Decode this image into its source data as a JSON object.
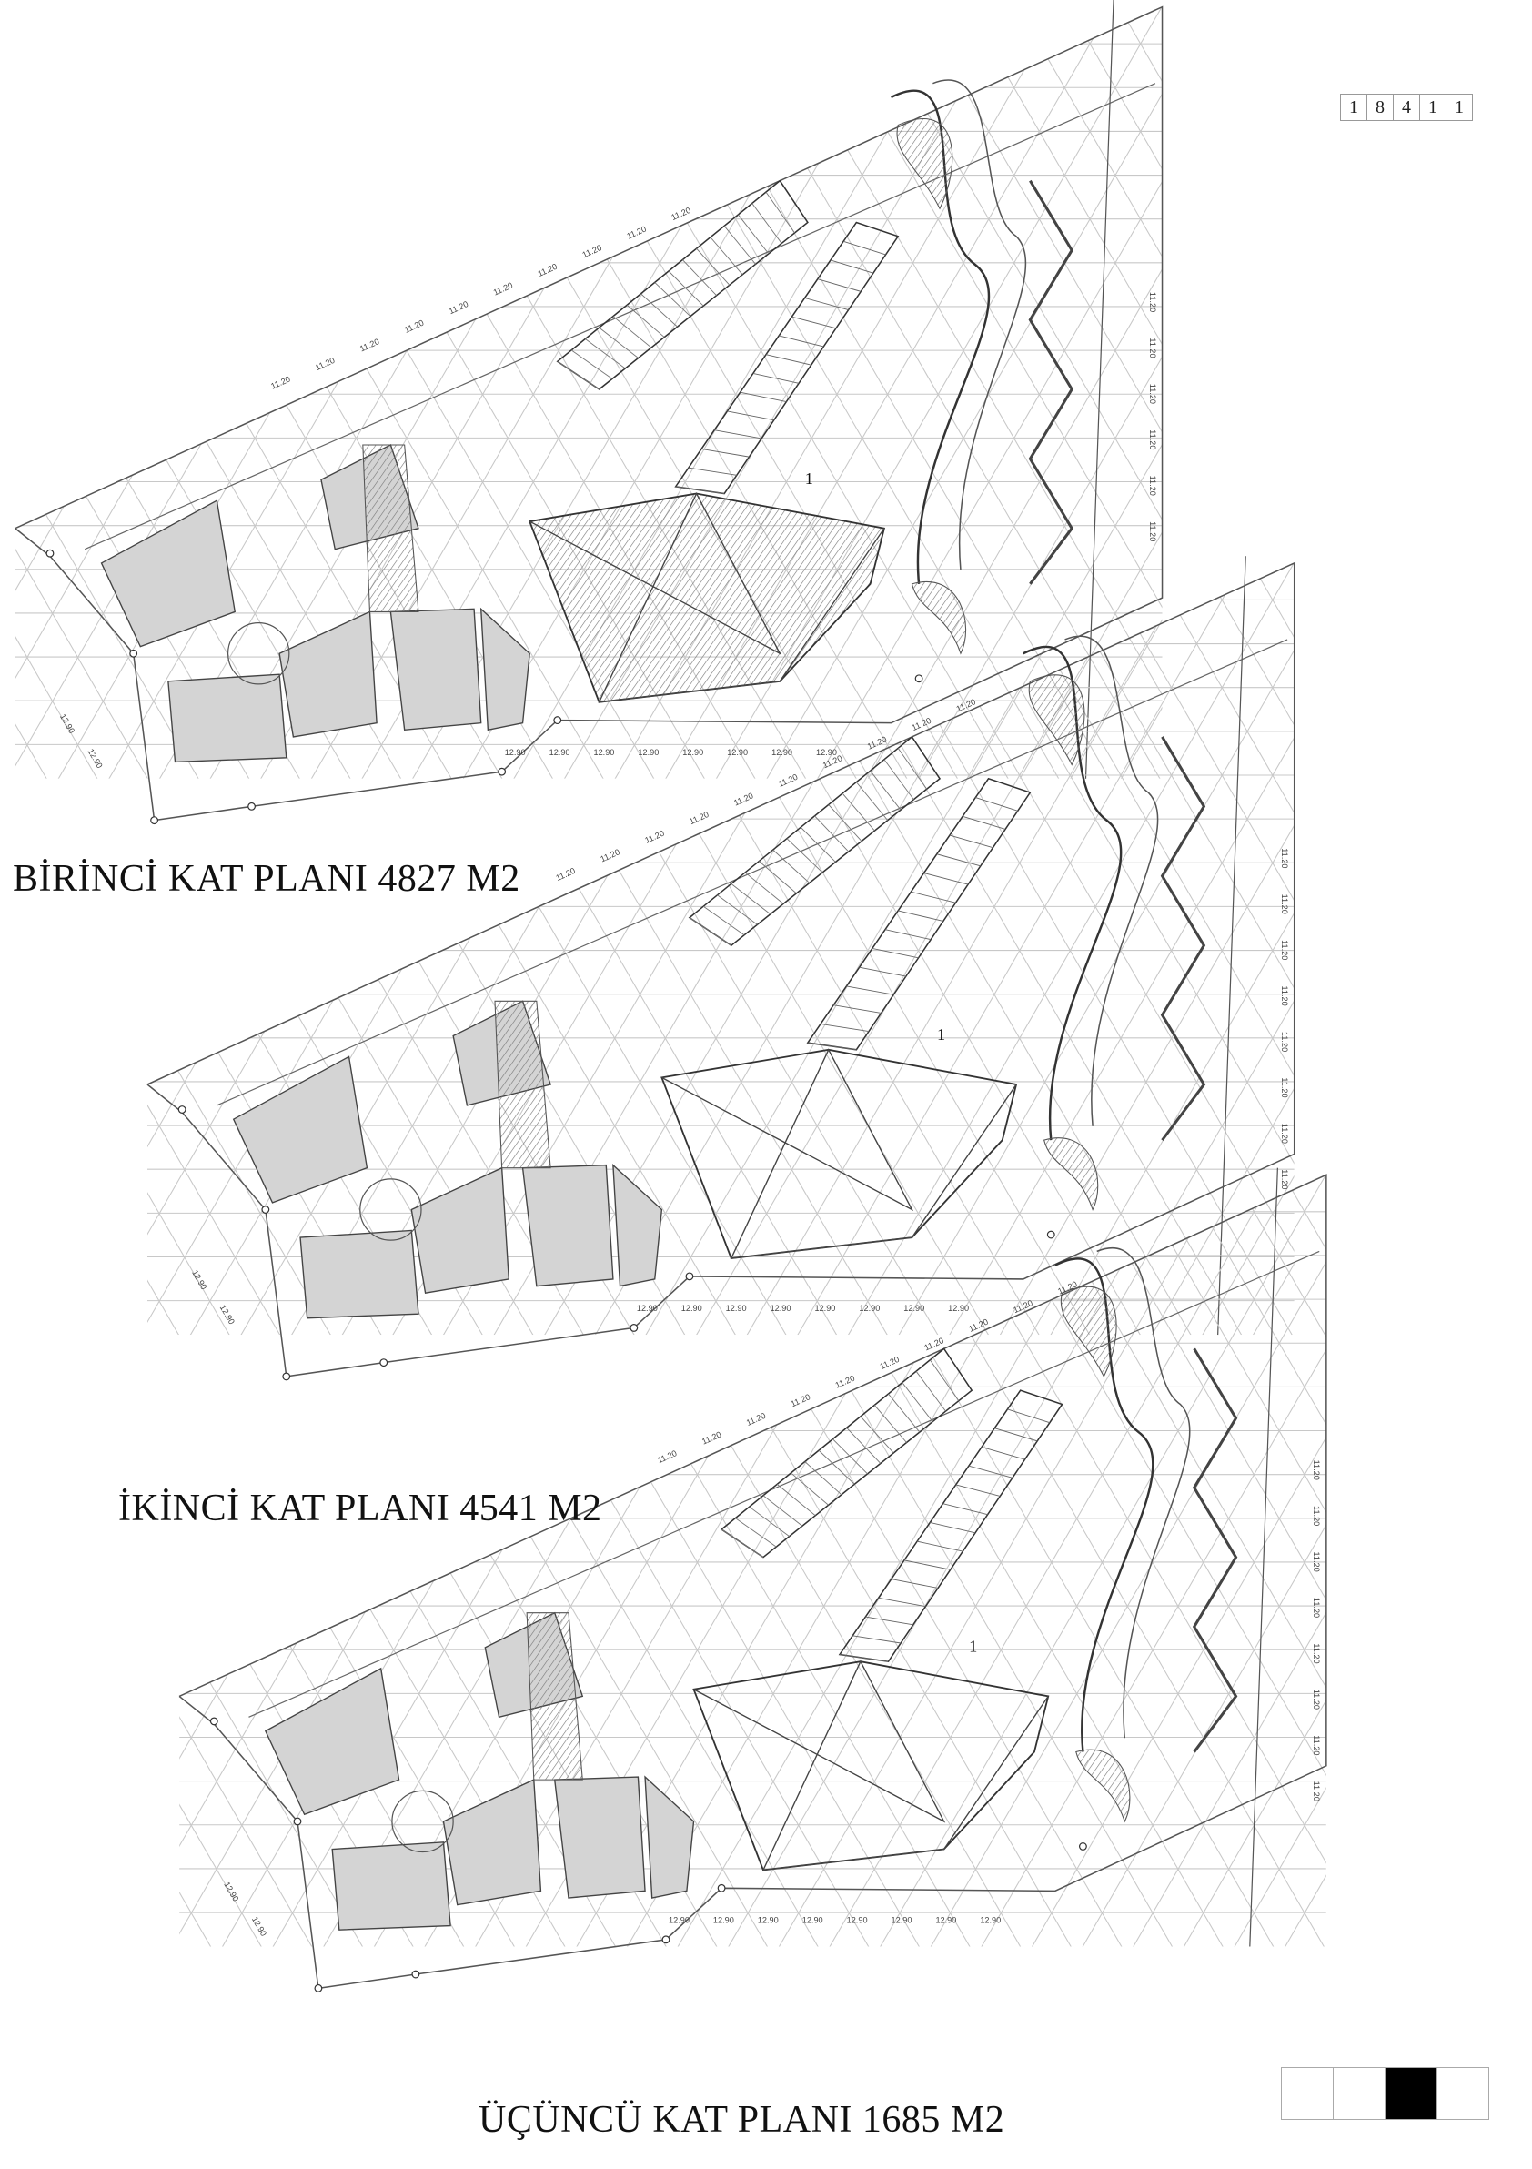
{
  "sheet_code": [
    "1",
    "8",
    "4",
    "1",
    "1"
  ],
  "sheet_index": {
    "total": 4,
    "active": 3
  },
  "plans": [
    {
      "title": "BİRİNCİ KAT PLANI 4827 M2",
      "top_dims": [
        "11.20",
        "11.20",
        "11.20",
        "11.20",
        "11.20",
        "11.20",
        "11.20",
        "11.20",
        "11.20",
        "11.20"
      ],
      "bottom_dims": [
        "12.90",
        "12.90",
        "12.90",
        "12.90",
        "12.90",
        "12.90",
        "12.90",
        "12.90"
      ],
      "side_dims": [
        "11.20",
        "11.20",
        "11.20",
        "11.20",
        "11.20",
        "11.20"
      ],
      "left_dims": [
        "12.90",
        "12.90"
      ],
      "room_marker": "1"
    },
    {
      "title": "İKİNCİ KAT PLANI 4541 M2",
      "top_dims": [
        "11.20",
        "11.20",
        "11.20",
        "11.20",
        "11.20",
        "11.20",
        "11.20",
        "11.20",
        "11.20",
        "11.20"
      ],
      "bottom_dims": [
        "12.90",
        "12.90",
        "12.90",
        "12.90",
        "12.90",
        "12.90",
        "12.90",
        "12.90"
      ],
      "side_dims": [
        "11.20",
        "11.20",
        "11.20",
        "11.20",
        "11.20",
        "11.20",
        "11.20",
        "11.20"
      ],
      "left_dims": [
        "12.90",
        "12.90"
      ],
      "room_marker": "1"
    },
    {
      "title": "ÜÇÜNCÜ KAT PLANI 1685 M2",
      "top_dims": [
        "11.20",
        "11.20",
        "11.20",
        "11.20",
        "11.20",
        "11.20",
        "11.20",
        "11.20",
        "11.20",
        "11.20"
      ],
      "bottom_dims": [
        "12.90",
        "12.90",
        "12.90",
        "12.90",
        "12.90",
        "12.90",
        "12.90",
        "12.90"
      ],
      "side_dims": [
        "11.20",
        "11.20",
        "11.20",
        "11.20",
        "11.20",
        "11.20",
        "11.20",
        "11.20"
      ],
      "left_dims": [
        "12.90",
        "12.90"
      ],
      "room_marker": "1"
    }
  ]
}
